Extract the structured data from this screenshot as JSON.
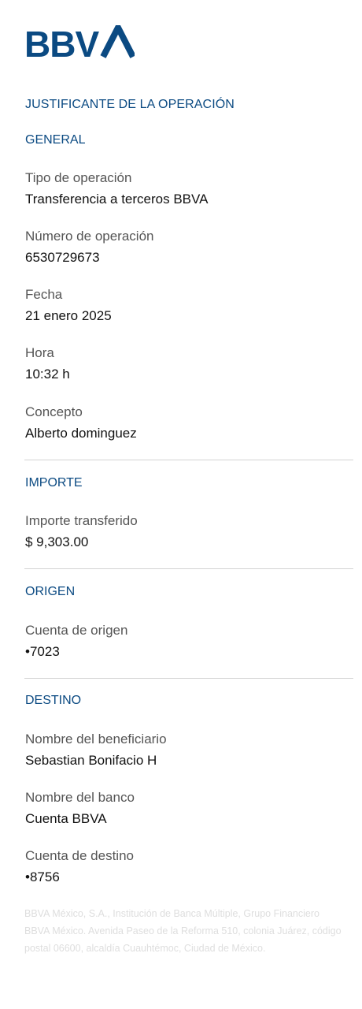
{
  "brand": {
    "name": "BBVA",
    "color": "#0b4a82"
  },
  "title": "JUSTIFICANTE DE LA OPERACIÓN",
  "general": {
    "heading": "GENERAL",
    "fields": [
      {
        "label": "Tipo de operación",
        "value": "Transferencia a terceros BBVA"
      },
      {
        "label": "Número de operación",
        "value": "6530729673"
      },
      {
        "label": "Fecha",
        "value": "21 enero 2025"
      },
      {
        "label": "Hora",
        "value": "10:32 h"
      },
      {
        "label": "Concepto",
        "value": "Alberto dominguez"
      }
    ]
  },
  "importe": {
    "heading": "IMPORTE",
    "fields": [
      {
        "label": "Importe transferido",
        "value": "$ 9,303.00"
      }
    ]
  },
  "origen": {
    "heading": "ORIGEN",
    "fields": [
      {
        "label": "Cuenta de origen",
        "value": "•7023"
      }
    ]
  },
  "destino": {
    "heading": "DESTINO",
    "fields": [
      {
        "label": "Nombre del beneficiario",
        "value": "Sebastian Bonifacio H"
      },
      {
        "label": "Nombre del banco",
        "value": "Cuenta BBVA"
      },
      {
        "label": "Cuenta de destino",
        "value": "•8756"
      }
    ]
  },
  "footer": "BBVA México, S.A., Institución de Banca Múltiple, Grupo Financiero BBVA México. Avenida Paseo de la Reforma 510, colonia Juárez, código postal 06600, alcaldía Cuauhtémoc, Ciudad de México."
}
